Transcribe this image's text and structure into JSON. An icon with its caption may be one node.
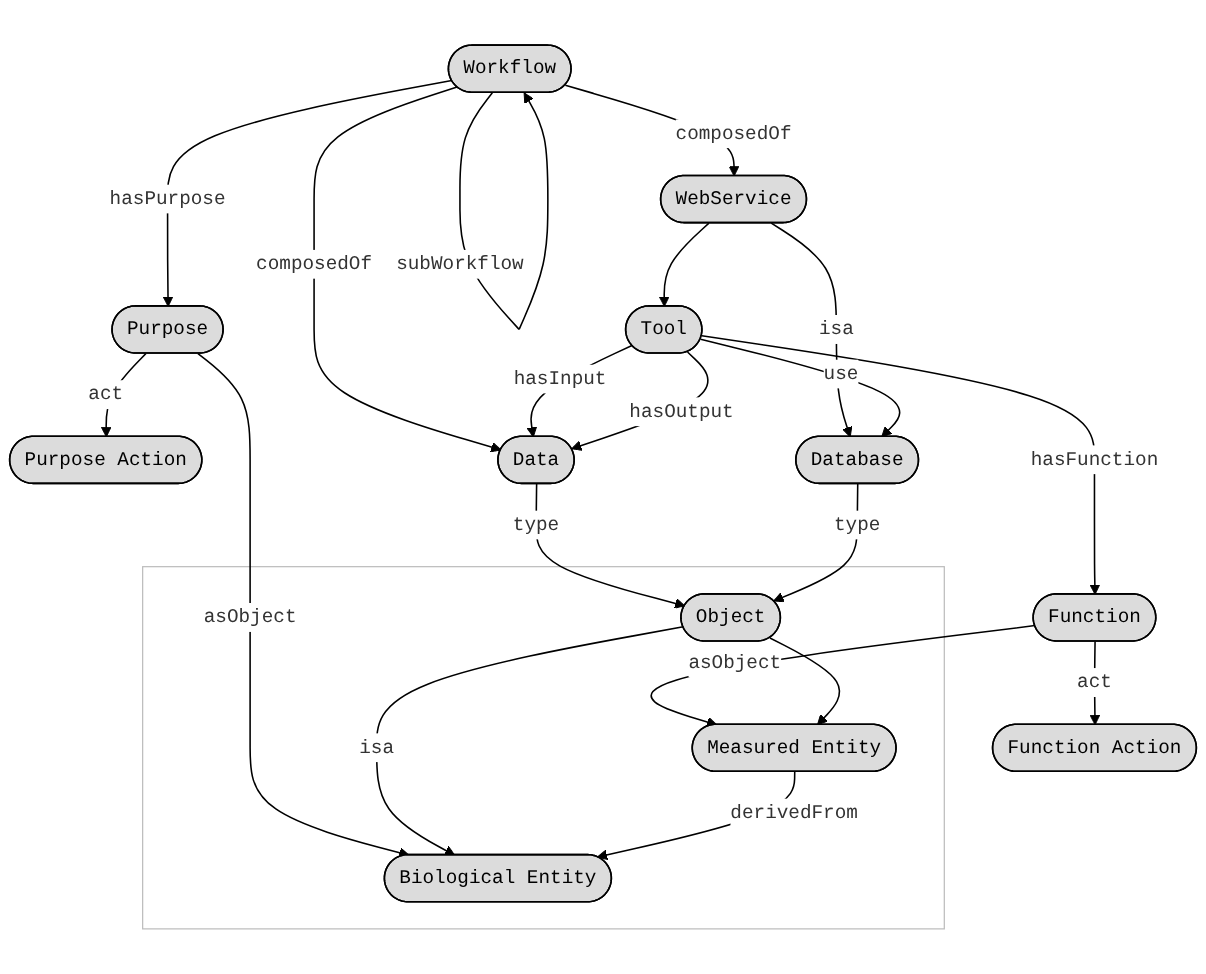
{
  "diagram": {
    "nodes": [
      {
        "text": [
          "Purpose"
        ]
      },
      {
        "text": [
          "Workflow"
        ]
      },
      {
        "text": [
          "WebService"
        ]
      },
      {
        "text": [
          "Purpose Action"
        ]
      },
      {
        "text": [
          "Data"
        ]
      },
      {
        "text": [
          "Tool"
        ]
      },
      {
        "text": [
          "Database"
        ]
      },
      {
        "text": [
          "Function"
        ]
      },
      {
        "text": [],
        "shape": "box"
      },
      {
        "text": [
          "Object"
        ],
        "in": 8
      },
      {
        "text": [
          "Function Action"
        ]
      },
      {
        "text": [
          "Biological Entity"
        ],
        "in": 8
      },
      {
        "text": [
          "Measured Entity"
        ],
        "in": 8
      }
    ],
    "edges": [
      {
        "from": 1,
        "to": 0,
        "label": "hasPurpose",
        "arrow": "to"
      },
      {
        "from": 1,
        "to": 2,
        "label": "composedOf",
        "arrow": "to"
      },
      {
        "from": 1,
        "to": 1,
        "label": "subWorkflow",
        "arrow": "to"
      },
      {
        "from": 0,
        "to": 3,
        "label": "act",
        "arrow": "to"
      },
      {
        "from": 1,
        "to": 4,
        "label": "composedOf",
        "arrow": "to"
      },
      {
        "from": 2,
        "to": 5,
        "arrow": "to"
      },
      {
        "from": 2,
        "to": 6,
        "label": "isa",
        "arrow": "to"
      },
      {
        "from": 5,
        "to": 4,
        "label": "hasInput",
        "arrow": "to"
      },
      {
        "from": 5,
        "to": 4,
        "label": "hasOutput",
        "arrow": "to"
      },
      {
        "from": 5,
        "to": 6,
        "label": "use",
        "arrow": "to"
      },
      {
        "from": 5,
        "to": 7,
        "label": "hasFunction",
        "arrow": "to"
      },
      {
        "from": 0,
        "to": 11,
        "label": "asObject",
        "arrow": "to"
      },
      {
        "from": 4,
        "to": 9,
        "label": "type",
        "arrow": "to"
      },
      {
        "from": 7,
        "to": 12,
        "label": "asObject",
        "arrow": "to"
      },
      {
        "from": 7,
        "to": 10,
        "label": "act",
        "arrow": "to"
      },
      {
        "from": 6,
        "to": 9,
        "label": "type",
        "arrow": "to"
      },
      {
        "from": 9,
        "to": 11,
        "label": "isa",
        "arrow": "to"
      },
      {
        "from": 9,
        "to": 12,
        "arrow": "to"
      },
      {
        "from": 12,
        "to": 11,
        "label": "derivedFrom",
        "arrow": "to"
      }
    ]
  }
}
